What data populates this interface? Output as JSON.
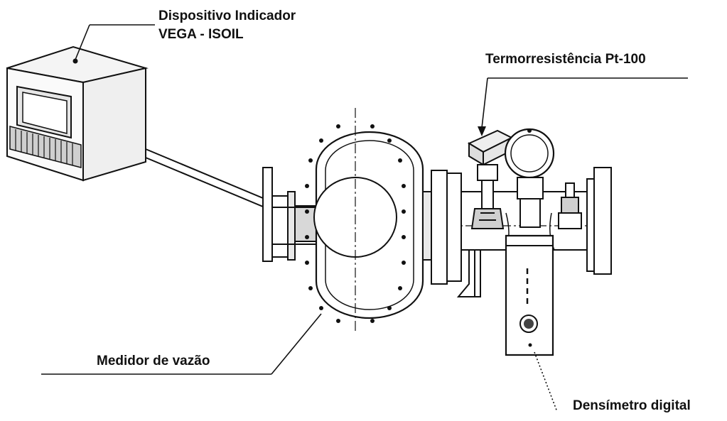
{
  "labels": {
    "indicator_line1": "Dispositivo Indicador",
    "indicator_line2": "VEGA - ISOIL",
    "thermo": "Termorresistência Pt-100",
    "flowmeter": "Medidor de vazão",
    "densimeter": "Densímetro digital"
  },
  "colors": {
    "ink": "#111111",
    "background": "#ffffff"
  }
}
